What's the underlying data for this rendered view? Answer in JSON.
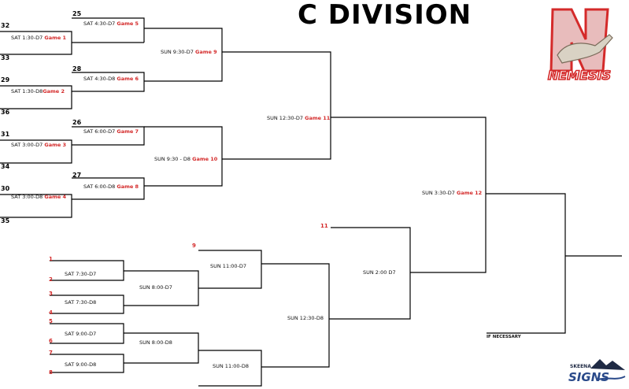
{
  "title": "C DIVISION",
  "logo": {
    "letter": "N",
    "text": "NEMESIS",
    "color": "#d42a2a"
  },
  "sponsor": {
    "top": "SKEENA",
    "bottom": "SIGNS",
    "color": "#2a4a8a"
  },
  "seeds": {
    "s32": "32",
    "s33": "33",
    "s29": "29",
    "s36": "36",
    "s31": "31",
    "s34": "34",
    "s30": "30",
    "s35": "35",
    "s25": "25",
    "s28": "28",
    "s26": "26",
    "s27": "27",
    "s1": "1",
    "s2": "2",
    "s3": "3",
    "s4": "4",
    "s5": "5",
    "s6": "6",
    "s7": "7",
    "s8": "8",
    "s9": "9",
    "s11": "11"
  },
  "games": {
    "g1": {
      "time": "SAT  1:30-D7",
      "game": "Game 1"
    },
    "g2": {
      "time": "SAT  1:30-D8",
      "game": "Game 2"
    },
    "g3": {
      "time": "SAT 3:00-D7",
      "game": "Game 3"
    },
    "g4": {
      "time": "SAT 3:00-D8",
      "game": "Game 4"
    },
    "g5": {
      "time": "SAT  4:30-D7",
      "game": "Game 5"
    },
    "g6": {
      "time": "SAT 4:30-D8",
      "game": "Game 6"
    },
    "g7": {
      "time": "SAT  6:00-D7",
      "game": "Game 7"
    },
    "g8": {
      "time": "SAT  6:00-D8",
      "game": "Game 8"
    },
    "g9": {
      "time": "SUN 9:30-D7",
      "game": "Game 9"
    },
    "g10": {
      "time": "SUN 9:30 - D8",
      "game": "Game 10"
    },
    "g11": {
      "time": "SUN 12:30-D7",
      "game": "Game 11"
    },
    "g12": {
      "time": "SUN 3:30-D7",
      "game": "Game 12"
    }
  },
  "lower": {
    "b1": "SAT  7:30-D7",
    "b2": "SAT  7:30-D8",
    "b3": "SAT  9:00-D7",
    "b4": "SAT  9:00-D8",
    "c1": "SUN  8:00-D7",
    "c2": "SUN 8:00-D8",
    "d1": "SUN 11:00-D7",
    "d2": "SUN 11:00-D8",
    "e1": "SUN 12:30-D8",
    "f1": "SUN 2:00 D7",
    "ifnec": "IF NECESSARY"
  }
}
